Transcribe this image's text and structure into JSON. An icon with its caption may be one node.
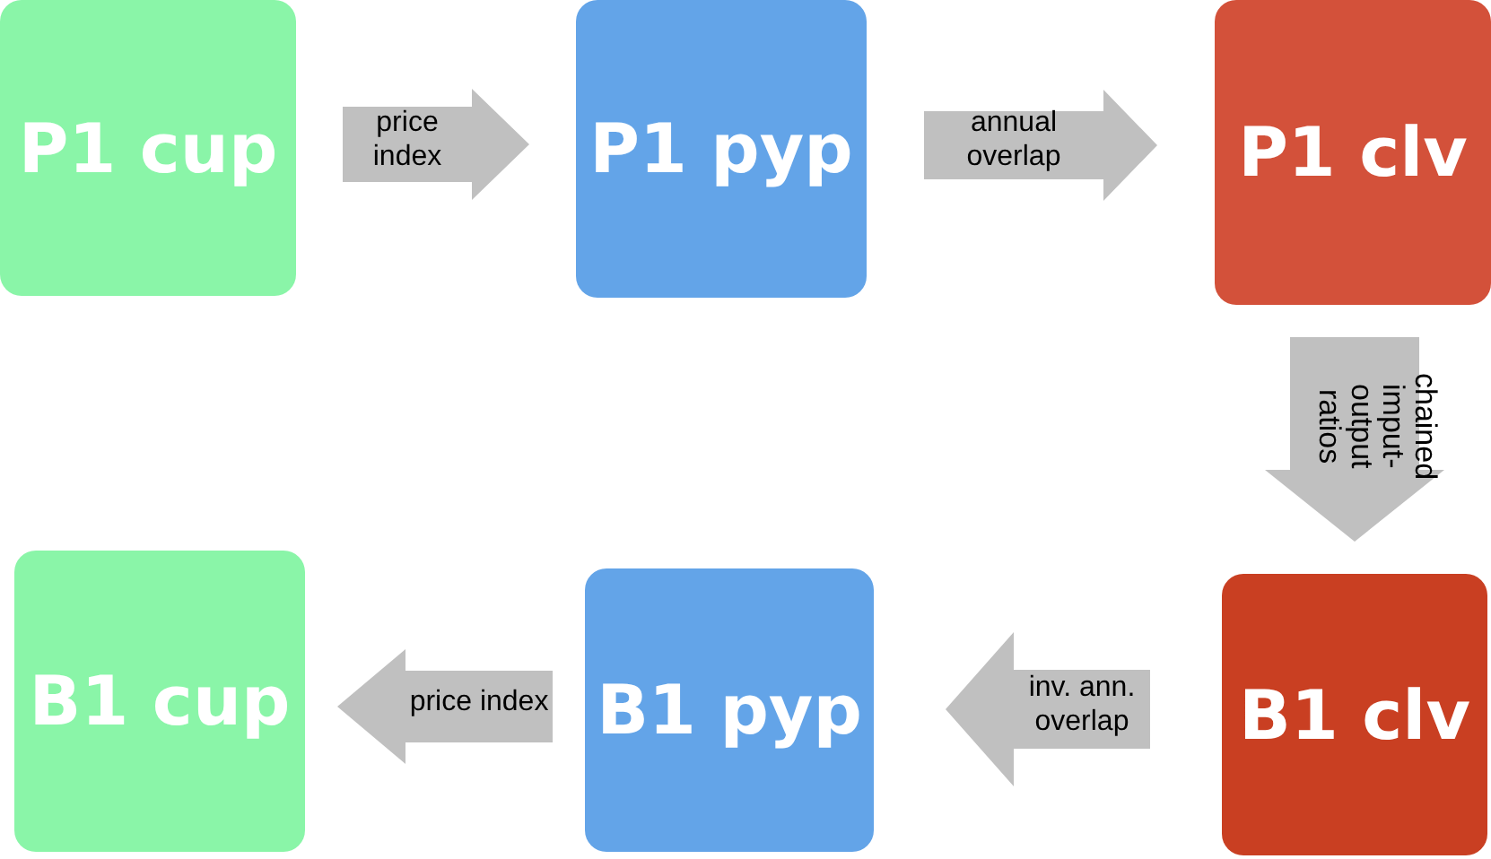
{
  "diagram": {
    "nodes": [
      {
        "text": [
          "P1 cup"
        ]
      },
      {
        "text": [
          "P1 pyp"
        ]
      },
      {
        "text": [
          "P1 clv"
        ]
      },
      {
        "text": [
          "B1 cup"
        ]
      },
      {
        "text": [
          "B1 pyp"
        ]
      },
      {
        "text": [
          "B1 clv"
        ]
      }
    ],
    "edges": [
      {
        "from": 0,
        "to": 1,
        "arrow": "to",
        "label": "price index"
      },
      {
        "from": 1,
        "to": 2,
        "arrow": "to",
        "label": "annual overlap"
      },
      {
        "from": 2,
        "to": 5,
        "arrow": "to",
        "label": "chained imput-output ratios"
      },
      {
        "from": 5,
        "to": 4,
        "arrow": "to",
        "label": "inv. ann. overlap"
      },
      {
        "from": 4,
        "to": 3,
        "arrow": "to",
        "label": "price index"
      }
    ]
  }
}
